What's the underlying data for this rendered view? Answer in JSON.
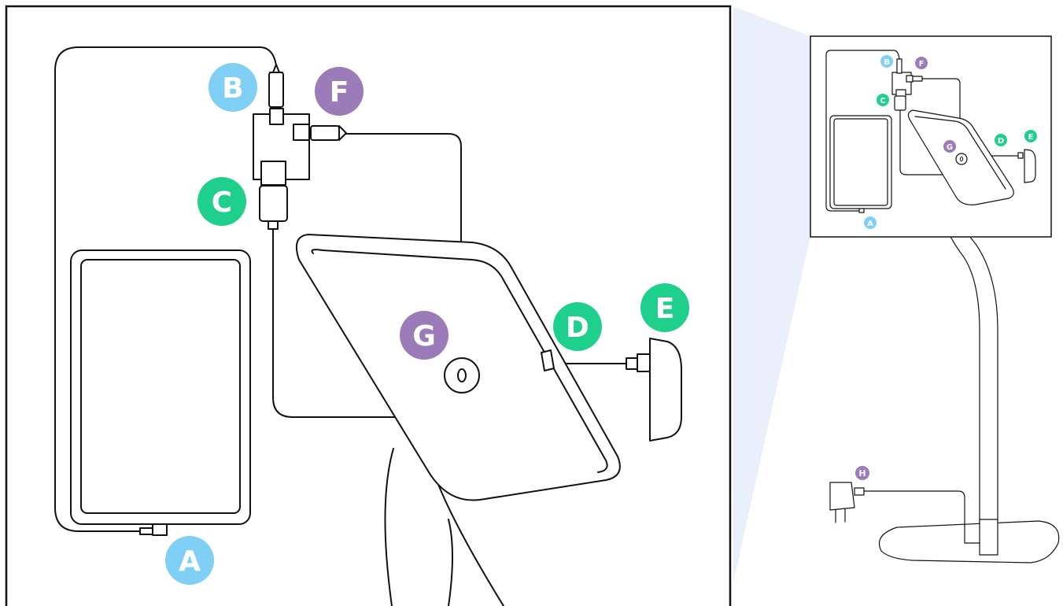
{
  "colors": {
    "blue": "#80d0f5",
    "green": "#1fd08c",
    "purple": "#9b7bb8",
    "zoom_wedge": "#e9f0fb",
    "line": "#111111"
  },
  "labels": {
    "a": "A",
    "b": "B",
    "c": "C",
    "d": "D",
    "e": "E",
    "f": "F",
    "g": "G",
    "h": "H"
  },
  "icons": {
    "tablet": "tablet-icon",
    "adapter": "usb-splitter-icon",
    "stand": "kiosk-stand-icon",
    "card_reader": "card-reader-icon",
    "power_adapter": "power-plug-icon"
  }
}
